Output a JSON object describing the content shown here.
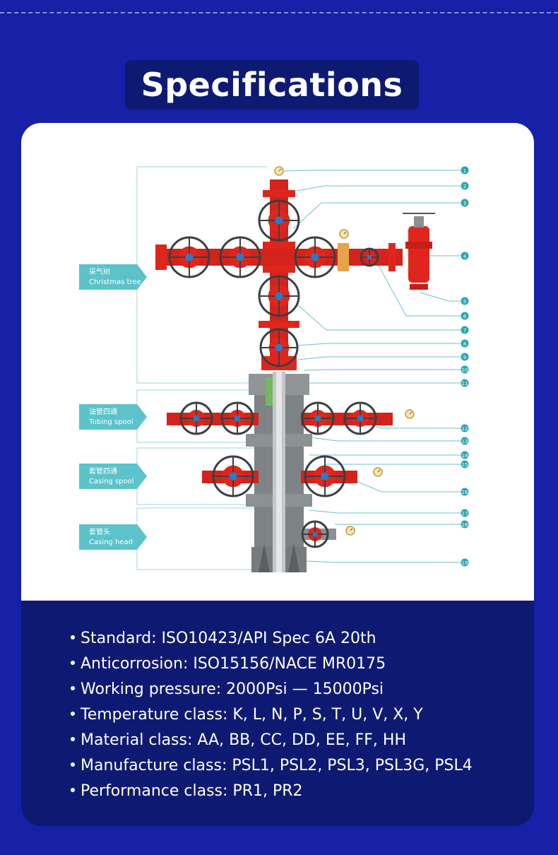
{
  "page": {
    "title": "Specifications"
  },
  "diagram": {
    "sections": [
      {
        "zh": "采气树",
        "en": "Christmas tree"
      },
      {
        "zh": "油管四通",
        "en": "Tubing spool"
      },
      {
        "zh": "套管四通",
        "en": "Casing spool"
      },
      {
        "zh": "套管头",
        "en": "Casing head"
      }
    ],
    "callouts": [
      "1",
      "2",
      "3",
      "4",
      "5",
      "6",
      "7",
      "8",
      "9",
      "10",
      "11",
      "12",
      "13",
      "14",
      "15",
      "16",
      "17",
      "18",
      "19"
    ]
  },
  "specs": [
    "Standard: ISO10423/API Spec 6A 20th",
    "Anticorrosion: ISO15156/NACE MR0175",
    "Working pressure: 2000Psi — 15000Psi",
    "Temperature class: K, L, N, P, S, T, U, V, X, Y",
    "Material class: AA, BB, CC, DD, EE, FF, HH",
    "Manufacture class: PSL1, PSL2, PSL3, PSL3G, PSL4",
    "Performance class: PR1, PR2"
  ],
  "colors": {
    "background": "#1720a6",
    "title_box": "#0e1a72",
    "valve_red": "#e0261c",
    "label_teal": "#5bc3c9",
    "callout_teal": "#2aa6b0"
  }
}
